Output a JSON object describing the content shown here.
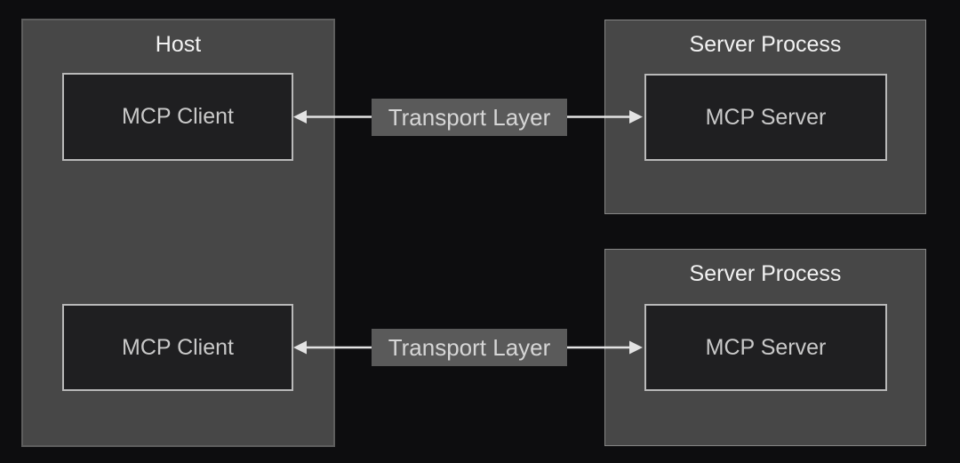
{
  "diagram": {
    "host": {
      "title": "Host",
      "clients": [
        {
          "label": "MCP Client"
        },
        {
          "label": "MCP Client"
        }
      ]
    },
    "server_processes": [
      {
        "title": "Server Process",
        "server": {
          "label": "MCP Server"
        }
      },
      {
        "title": "Server Process",
        "server": {
          "label": "MCP Server"
        }
      }
    ],
    "connections": [
      {
        "label": "Transport Layer",
        "from": "MCP Client",
        "to": "MCP Server",
        "bidirectional": true
      },
      {
        "label": "Transport Layer",
        "from": "MCP Client",
        "to": "MCP Server",
        "bidirectional": true
      }
    ]
  },
  "colors": {
    "bg": "#0d0d0f",
    "outer-fill": "#474747",
    "host-border": "#5e5e5e",
    "server-border": "#868686",
    "inner-fill": "#1f1f21",
    "inner-border": "#b9b9b9",
    "title-text": "#f2f2f2",
    "inner-text": "#c9c9c9",
    "arrow": "#e3e3e3",
    "label-bg": "#5a5a5a",
    "label-text": "#d6d6d6"
  }
}
